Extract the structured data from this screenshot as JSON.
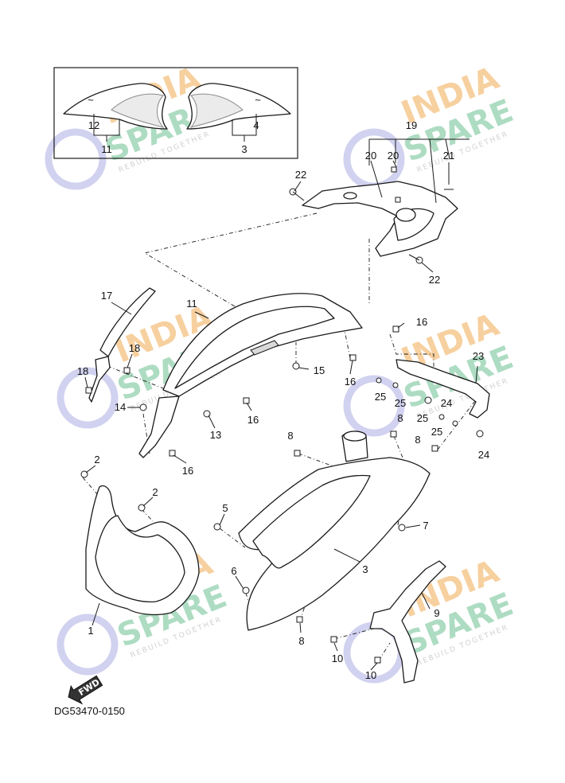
{
  "diagram": {
    "code": "DG53470-0150",
    "fwd_label": "FWD",
    "watermark": {
      "brand_line1": "INDIA",
      "brand_line2": "SPARE",
      "tagline": "REBUILD TOGETHER",
      "color_orange": "#f6c88e",
      "color_green": "#9fd6b8",
      "color_blue": "#c9c9ee"
    },
    "callouts": [
      "1",
      "2",
      "3",
      "4",
      "5",
      "6",
      "7",
      "8",
      "9",
      "10",
      "11",
      "12",
      "13",
      "14",
      "15",
      "16",
      "17",
      "18",
      "19",
      "20",
      "21",
      "22",
      "23",
      "24",
      "25"
    ]
  }
}
